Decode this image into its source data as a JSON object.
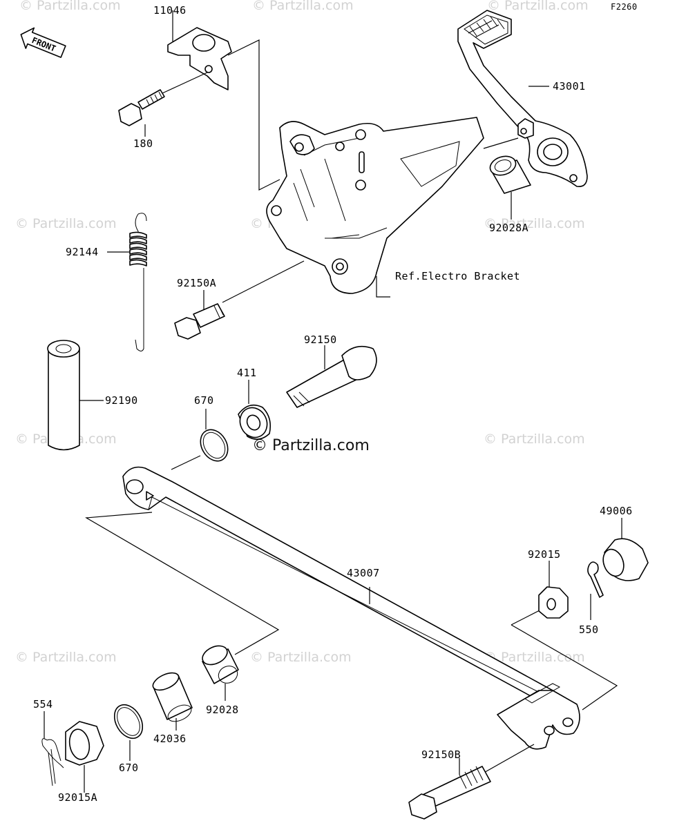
{
  "diagram": {
    "code": "F2260",
    "front_label": "FRONT",
    "center_watermark": "© Partzilla.com",
    "watermark_text": "© Partzilla.com",
    "reference_label": "Ref.Electro Bracket",
    "parts": {
      "p11046": "11046",
      "p180": "180",
      "p43001": "43001",
      "p92028A": "92028A",
      "p92144": "92144",
      "p92150A": "92150A",
      "p92150": "92150",
      "p411": "411",
      "p670a": "670",
      "p92190": "92190",
      "p49006": "49006",
      "p92015": "92015",
      "p550": "550",
      "p43007": "43007",
      "p554": "554",
      "p670b": "670",
      "p42036": "42036",
      "p92028": "92028",
      "p92015A": "92015A",
      "p92150B": "92150B"
    }
  }
}
